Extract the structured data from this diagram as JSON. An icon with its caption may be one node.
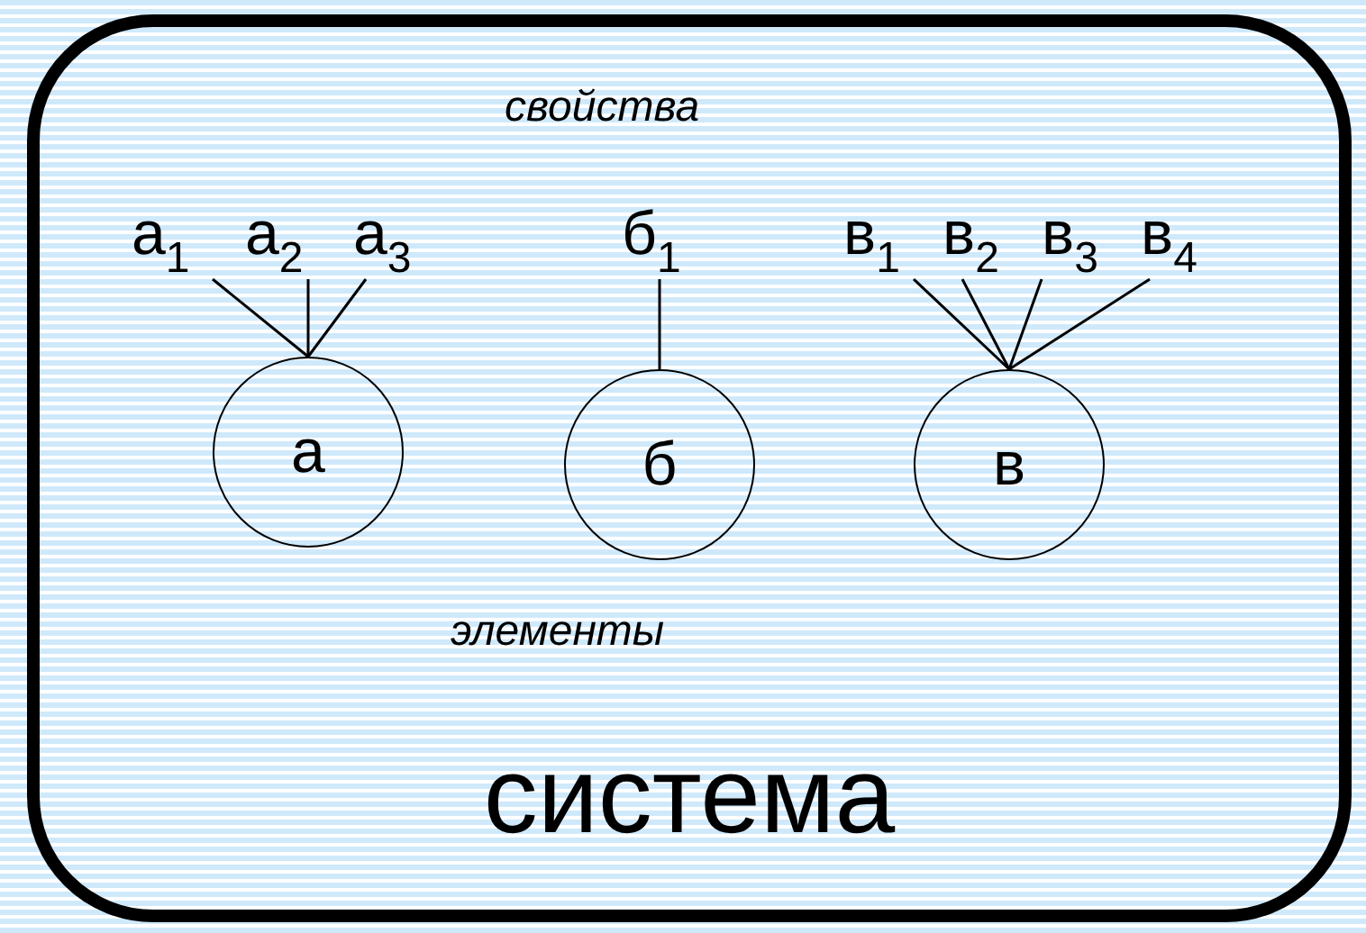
{
  "diagram": {
    "nodes": [
      {
        "text": [
          "система"
        ]
      },
      {
        "text": [
          "а"
        ],
        "in": 0
      },
      {
        "text": [
          "б"
        ],
        "in": 0
      },
      {
        "text": [
          "в"
        ],
        "in": 0
      },
      {
        "text": [
          "а$_{1}$"
        ],
        "in": 0
      },
      {
        "text": [
          "а$_{2}$"
        ],
        "in": 0
      },
      {
        "text": [
          "а$_{3}$"
        ],
        "in": 0
      },
      {
        "text": [
          "б$_{1}$"
        ],
        "in": 0
      },
      {
        "text": [
          "в$_{1}$"
        ],
        "in": 0
      },
      {
        "text": [
          "в$_{2}$"
        ],
        "in": 0
      },
      {
        "text": [
          "в$_{3}$"
        ],
        "in": 0
      },
      {
        "text": [
          "в$_{4}$"
        ],
        "in": 0
      }
    ],
    "edges": [
      {
        "from": 4,
        "to": 1,
        "arrow": "none"
      },
      {
        "from": 5,
        "to": 1,
        "arrow": "none"
      },
      {
        "from": 6,
        "to": 1,
        "arrow": "none"
      },
      {
        "from": 7,
        "to": 2,
        "arrow": "none"
      },
      {
        "from": 8,
        "to": 3,
        "arrow": "none"
      },
      {
        "from": 9,
        "to": 3,
        "arrow": "none"
      },
      {
        "from": 10,
        "to": 3,
        "arrow": "none"
      },
      {
        "from": 11,
        "to": 3,
        "arrow": "none"
      }
    ],
    "labels": [
      "свойства",
      "элементы"
    ]
  }
}
